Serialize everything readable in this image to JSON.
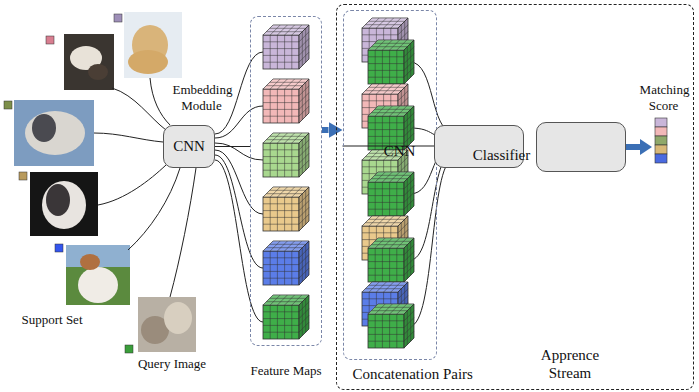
{
  "diagram": {
    "nodes": [
      {
        "text": [
          "CNN"
        ]
      },
      {
        "text": [
          "Feature Maps"
        ]
      },
      {
        "text": [
          "Apprence Stream"
        ]
      },
      {
        "text": [
          "Concatenation Pairs"
        ],
        "in": 2
      },
      {
        "text": [
          "CNN"
        ],
        "in": 2
      },
      {
        "text": [
          "Classifier"
        ],
        "in": 2
      }
    ],
    "edges": [
      {
        "from": 0,
        "to": 1,
        "arrow": "none"
      },
      {
        "from": 1,
        "to": 3,
        "arrow": "to"
      },
      {
        "from": 3,
        "to": 4,
        "arrow": "none"
      },
      {
        "from": 4,
        "to": 5,
        "arrow": "to"
      }
    ],
    "labels": [
      "Embedding Module",
      "Support Set",
      "Query Image",
      "Matching Score"
    ]
  }
}
